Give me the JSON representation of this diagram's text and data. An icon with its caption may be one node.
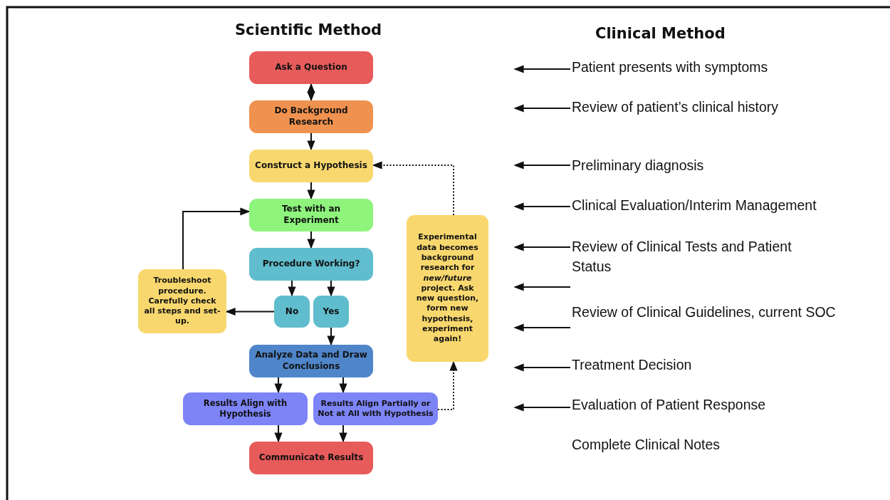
{
  "diagram": {
    "title": "Scientific Method",
    "nodes": [
      {
        "text": [
          "Ask a Question"
        ]
      },
      {
        "text": [
          "Do Background Research"
        ]
      },
      {
        "text": [
          "Construct a Hypothesis"
        ]
      },
      {
        "text": [
          "Test with an Experiment"
        ]
      },
      {
        "text": [
          "Procedure Working?"
        ]
      },
      {
        "text": [
          "Troubleshoot procedure. Carefully check all steps and set-up."
        ]
      },
      {
        "text": [
          "No"
        ]
      },
      {
        "text": [
          "Yes"
        ]
      },
      {
        "text": [
          "Analyze Data and Draw Conclusions"
        ]
      },
      {
        "text": [
          "Results Align with Hypothesis"
        ]
      },
      {
        "text": [
          "Results Align Partially or Not at All with Hypothesis"
        ]
      },
      {
        "text": [
          "Communicate Results"
        ]
      },
      {
        "text": [
          "Experimental data becomes background research for *new/future* project. Ask new question, form new hypothesis, experiment again!"
        ]
      },
      {
        "text": [
          "Patient presents with symptoms"
        ]
      },
      {
        "text": [
          "Review of patient’s clinical history"
        ]
      },
      {
        "text": [
          "Preliminary diagnosis"
        ]
      },
      {
        "text": [
          "Clinical Evaluation/Interim Management"
        ]
      },
      {
        "text": [
          "Review of Clinical Tests and Patient Status"
        ]
      },
      {
        "text": [
          "Review of Clinical Guidelines, current SOC"
        ]
      },
      {
        "text": [
          "Treatment Decision"
        ]
      },
      {
        "text": [
          "Evaluation of Patient Response"
        ]
      },
      {
        "text": [
          "Complete Clinical Notes"
        ]
      }
    ],
    "edges": [
      {
        "from": 0,
        "to": 1,
        "arrow": "both"
      },
      {
        "from": 1,
        "to": 2,
        "arrow": "to"
      },
      {
        "from": 2,
        "to": 3,
        "arrow": "to"
      },
      {
        "from": 3,
        "to": 4,
        "arrow": "to"
      },
      {
        "from": 4,
        "to": 6,
        "arrow": "to"
      },
      {
        "from": 4,
        "to": 7,
        "arrow": "to"
      },
      {
        "from": 6,
        "to": 5,
        "arrow": "to"
      },
      {
        "from": 5,
        "to": 3,
        "arrow": "to"
      },
      {
        "from": 7,
        "to": 8,
        "arrow": "to"
      },
      {
        "from": 8,
        "to": 9,
        "arrow": "to"
      },
      {
        "from": 8,
        "to": 10,
        "arrow": "to"
      },
      {
        "from": 9,
        "to": 11,
        "arrow": "to"
      },
      {
        "from": 10,
        "to": 11,
        "arrow": "to"
      },
      {
        "from": 10,
        "to": 12,
        "arrow": "to",
        "style": "dashed"
      },
      {
        "from": 12,
        "to": 2,
        "arrow": "to",
        "style": "dashed"
      },
      {
        "from": 13,
        "to": null,
        "arrow": "to"
      },
      {
        "from": 14,
        "to": null,
        "arrow": "to"
      },
      {
        "from": 15,
        "to": null,
        "arrow": "to"
      },
      {
        "from": 16,
        "to": null,
        "arrow": "to"
      },
      {
        "from": 17,
        "to": null,
        "arrow": "to"
      },
      {
        "from": 18,
        "to": null,
        "arrow": "to"
      },
      {
        "from": 18,
        "to": null,
        "arrow": "to"
      },
      {
        "from": 19,
        "to": null,
        "arrow": "to"
      },
      {
        "from": 20,
        "to": null,
        "arrow": "to"
      }
    ],
    "labels": [
      "Clinical Method"
    ]
  }
}
